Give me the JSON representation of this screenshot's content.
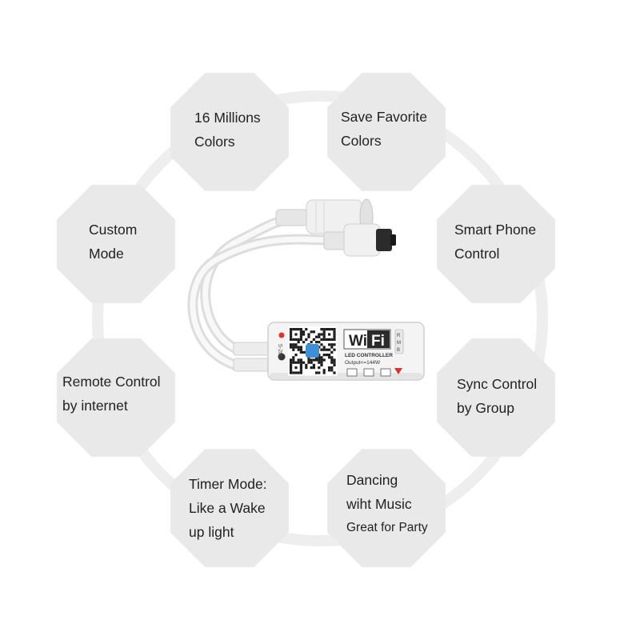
{
  "features": [
    {
      "id": "colors",
      "lines": [
        "16 Millions",
        "Colors"
      ]
    },
    {
      "id": "favorite",
      "lines": [
        "Save Favorite",
        "Colors"
      ]
    },
    {
      "id": "custom",
      "lines": [
        "Custom",
        "Mode"
      ]
    },
    {
      "id": "smartphone",
      "lines": [
        "Smart Phone",
        "Control"
      ]
    },
    {
      "id": "remote",
      "lines": [
        "Remote Control",
        "by internet"
      ]
    },
    {
      "id": "sync",
      "lines": [
        "Sync Control",
        "by Group"
      ]
    },
    {
      "id": "timer",
      "lines": [
        "Timer Mode:",
        "Like a Wake",
        "up light"
      ]
    },
    {
      "id": "music",
      "lines": [
        "Dancing",
        "wiht Music",
        "Great for Party"
      ]
    }
  ],
  "controller": {
    "brand_left": "Wi",
    "brand_right": "Fi",
    "label": "LED CONTROLLER",
    "output": "Output<=144W",
    "voltage": "5-28V",
    "button_labels": [
      "R",
      "M",
      "B"
    ]
  },
  "colors": {
    "octagon": "#e9e9e9",
    "ring": "#eeeeee",
    "device": "#f4f4f4",
    "device_edge": "#cfcfcf",
    "accent_red": "#d9352b",
    "text": "#222222"
  }
}
